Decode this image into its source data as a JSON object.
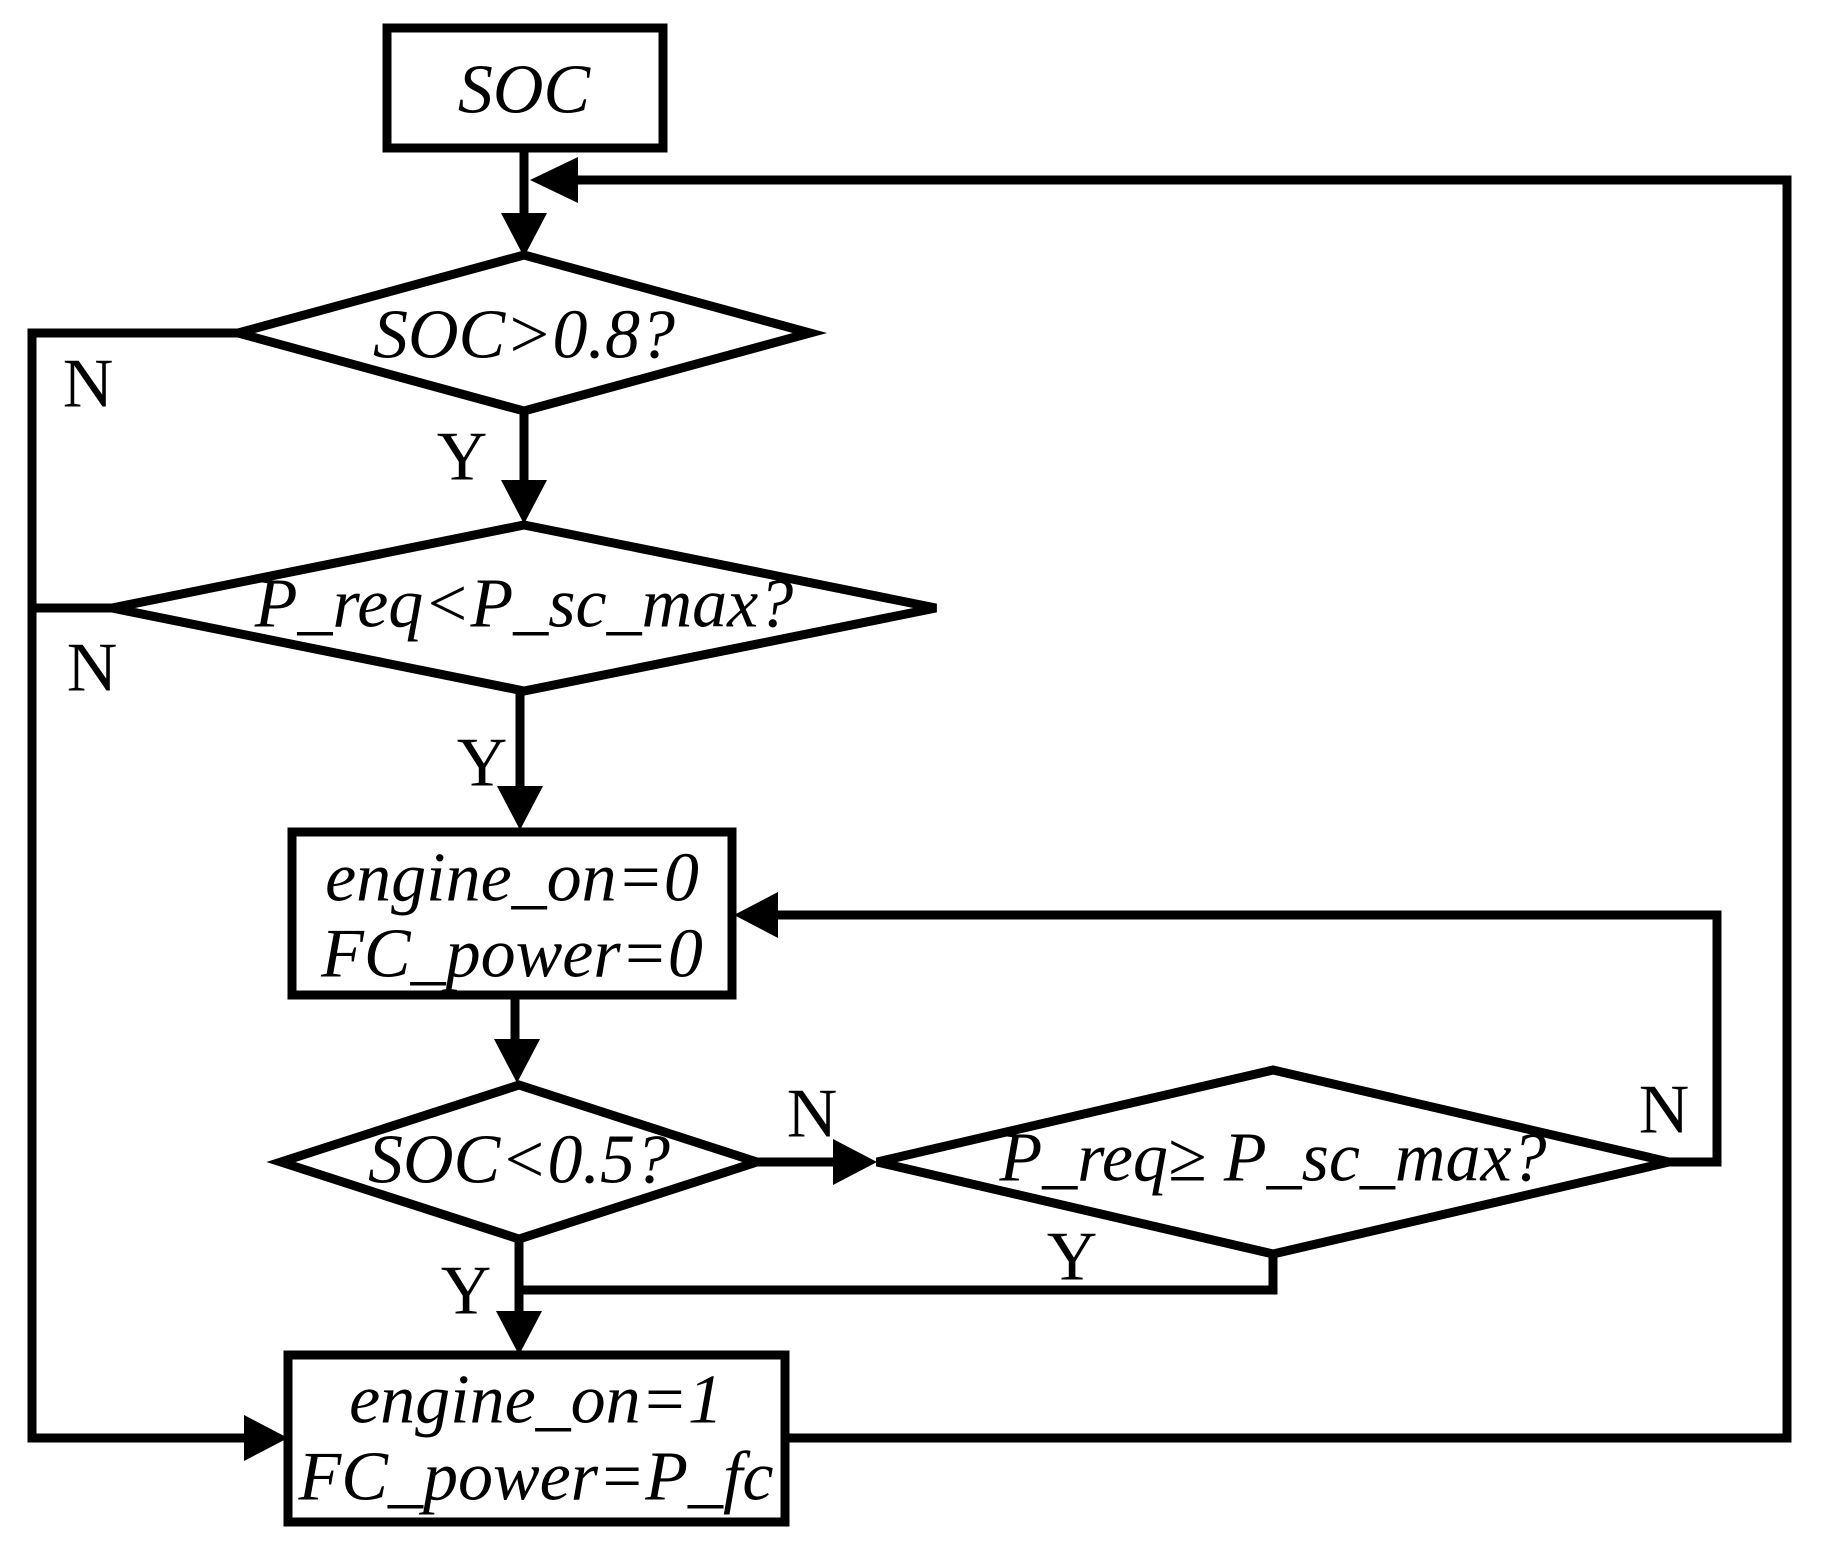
{
  "diagram": {
    "type": "flowchart",
    "colors": {
      "background": "#ffffff",
      "ink": "#000000"
    },
    "nodes": {
      "soc_input": {
        "shape": "rectangle",
        "label": "SOC"
      },
      "soc_gt_decision": {
        "shape": "diamond",
        "label": "SOC>0.8?"
      },
      "preq_lt_decision": {
        "shape": "diamond",
        "label": "P_req<P_sc_max?"
      },
      "engine_off_box": {
        "shape": "rectangle",
        "line1": "engine_on=0",
        "line2": "FC_power=0"
      },
      "soc_lt_decision": {
        "shape": "diamond",
        "label": "SOC<0.5?"
      },
      "preq_ge_decision": {
        "shape": "diamond",
        "label": "P_req≥ P_sc_max?"
      },
      "engine_on_box": {
        "shape": "rectangle",
        "line1": "engine_on=1",
        "line2": "FC_power=P_fc"
      }
    },
    "branch_labels": {
      "soc_gt_no": "N",
      "soc_gt_yes": "Y",
      "preq_lt_no": "N",
      "preq_lt_yes": "Y",
      "soc_lt_no": "N",
      "soc_lt_yes": "Y",
      "preq_ge_no": "N",
      "preq_ge_yes": "Y"
    }
  }
}
